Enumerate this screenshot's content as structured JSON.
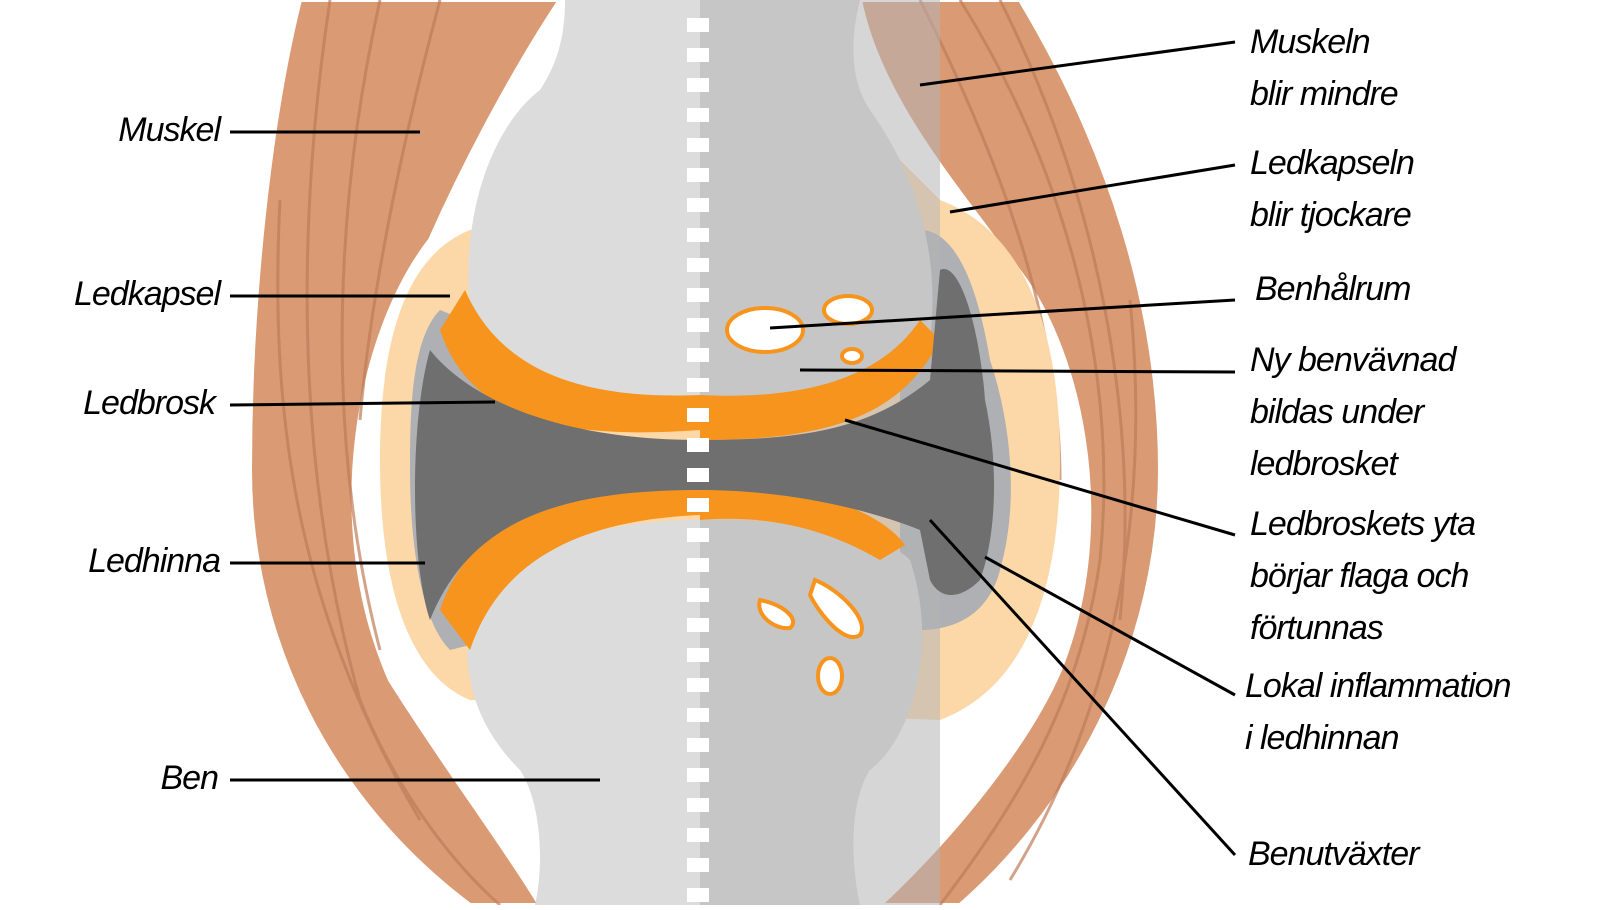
{
  "colors": {
    "muscle": "#d99a74",
    "muscle_dark": "#c07c58",
    "capsule": "#fcd8a8",
    "bone_light": "#dcdcdc",
    "bone_gray": "#b4b4b4",
    "cartilage": "#f7941d",
    "cavity": "#6f6f6f",
    "synovium": "#aeb0b3",
    "pointer": "#000000"
  },
  "labels_left": {
    "muskel": "Muskel",
    "ledkapsel": "Ledkapsel",
    "ledbrosk": "Ledbrosk",
    "ledhinna": "Ledhinna",
    "ben": "Ben"
  },
  "labels_right": {
    "muskeln": [
      "Muskeln",
      "blir mindre"
    ],
    "ledkapseln": [
      "Ledkapseln",
      "blir tjockare"
    ],
    "benhalrum": [
      "Benhålrum"
    ],
    "ny_benvavnad": [
      "Ny benvävnad",
      "bildas under",
      "ledbrosket"
    ],
    "ledbroskets_yta": [
      "Ledbroskets yta",
      "börjar flaga och",
      "förtunnas"
    ],
    "lokal_inflammation": [
      "Lokal inflammation",
      "i ledhinnan"
    ],
    "benutvaxter": [
      "Benutväxter"
    ]
  }
}
